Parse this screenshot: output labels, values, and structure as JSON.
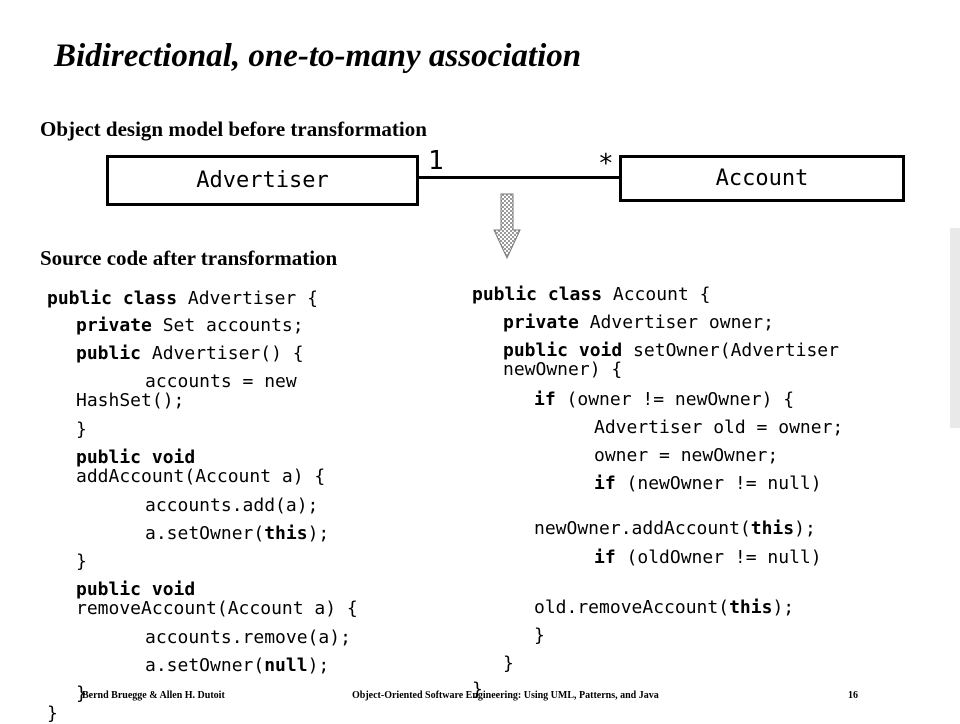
{
  "title": "Bidirectional, one-to-many association",
  "section_before": "Object design model before transformation",
  "section_after": "Source code after transformation",
  "diagram": {
    "class_left": "Advertiser",
    "class_right": "Account",
    "multiplicity_left": "1",
    "multiplicity_right": "*"
  },
  "code_left": [
    [
      {
        "t": "public class",
        "k": true
      },
      {
        "t": " Advertiser {"
      }
    ],
    [
      {
        "t": "private",
        "k": true
      },
      {
        "t": " Set accounts;"
      }
    ],
    [
      {
        "t": "public",
        "k": true
      },
      {
        "t": " Advertiser() {"
      }
    ],
    [
      {
        "t": "accounts = new"
      }
    ],
    [
      {
        "t": "HashSet();"
      }
    ],
    [
      {
        "t": "}"
      }
    ],
    [
      {
        "t": "public void",
        "k": true
      }
    ],
    [
      {
        "t": "addAccount(Account a) {"
      }
    ],
    [
      {
        "t": "accounts.add(a);"
      }
    ],
    [
      {
        "t": "a.setOwner("
      },
      {
        "t": "this",
        "k": true
      },
      {
        "t": ");"
      }
    ],
    [
      {
        "t": "}"
      }
    ],
    [
      {
        "t": "public void",
        "k": true
      }
    ],
    [
      {
        "t": "removeAccount(Account a) {"
      }
    ],
    [
      {
        "t": "accounts.remove(a);"
      }
    ],
    [
      {
        "t": "a.setOwner("
      },
      {
        "t": "null",
        "k": true
      },
      {
        "t": ");"
      }
    ],
    [
      {
        "t": "}"
      }
    ],
    [
      {
        "t": "}"
      }
    ]
  ],
  "code_right": [
    [
      {
        "t": "public class",
        "k": true
      },
      {
        "t": " Account {"
      }
    ],
    [
      {
        "t": "private",
        "k": true
      },
      {
        "t": " Advertiser owner;"
      }
    ],
    [
      {
        "t": "public void",
        "k": true
      },
      {
        "t": " setOwner(Advertiser"
      }
    ],
    [
      {
        "t": "newOwner) {"
      }
    ],
    [
      {
        "t": "if",
        "k": true
      },
      {
        "t": " (owner != newOwner) {"
      }
    ],
    [
      {
        "t": "Advertiser old = owner;"
      }
    ],
    [
      {
        "t": "owner = newOwner;"
      }
    ],
    [
      {
        "t": "if",
        "k": true
      },
      {
        "t": " (newOwner != null)"
      }
    ],
    [
      {
        "t": "newOwner.addAccount("
      },
      {
        "t": "this",
        "k": true
      },
      {
        "t": ");"
      }
    ],
    [
      {
        "t": "if",
        "k": true
      },
      {
        "t": " (oldOwner != null)"
      }
    ],
    [
      {
        "t": "old.removeAccount("
      },
      {
        "t": "this",
        "k": true
      },
      {
        "t": ");"
      }
    ],
    [
      {
        "t": "}"
      }
    ],
    [
      {
        "t": "}"
      }
    ],
    [
      {
        "t": "}"
      }
    ]
  ],
  "footer": {
    "authors": "Bernd Bruegge & Allen H. Dutoit",
    "book": "Object-Oriented Software Engineering: Using UML, Patterns, and Java",
    "page": "16"
  }
}
